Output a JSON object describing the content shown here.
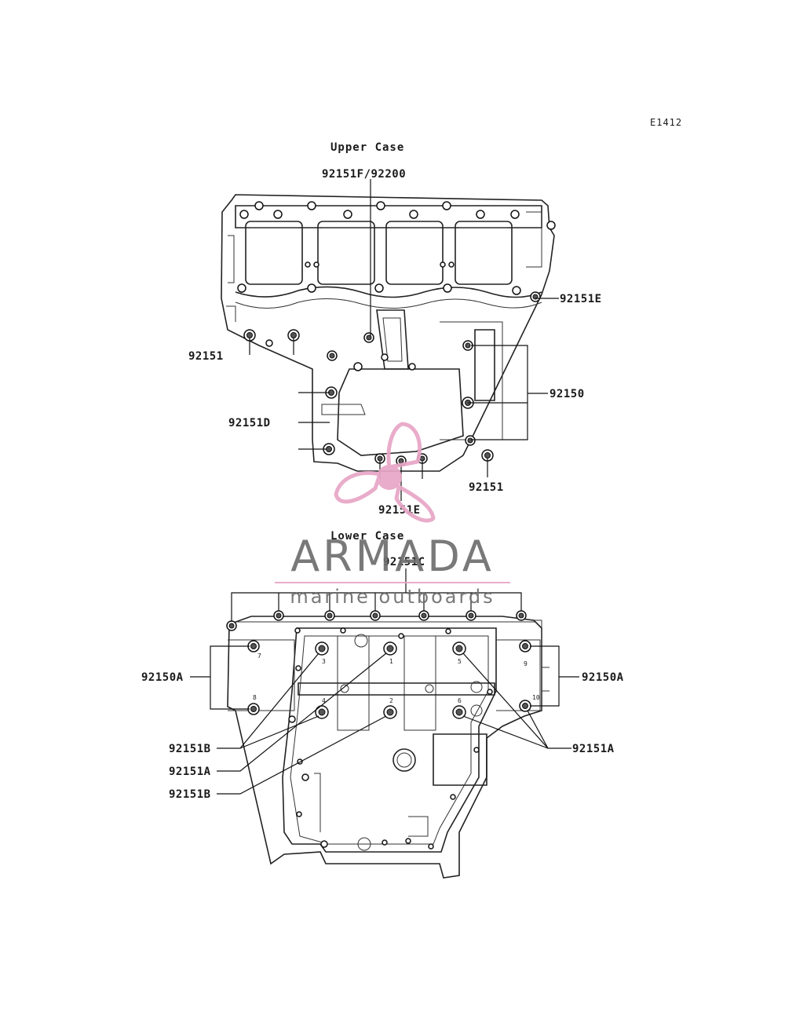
{
  "diagram_code": "E1412",
  "upper_case": {
    "title": "Upper Case",
    "labels": {
      "top": "92151F/92200",
      "right_top": "92151E",
      "left": "92151",
      "right_mid": "92150",
      "left_mid": "92151D",
      "bottom_right": "92151",
      "bottom": "92151E"
    }
  },
  "lower_case": {
    "title": "Lower Case",
    "labels": {
      "top": "92151C",
      "left": "92150A",
      "right": "92150A",
      "left_b1": "92151B",
      "left_a": "92151A",
      "left_b2": "92151B",
      "right_a": "92151A"
    },
    "bolt_numbers": [
      "1",
      "2",
      "3",
      "4",
      "5",
      "6",
      "7",
      "8",
      "9",
      "10"
    ]
  },
  "watermark": {
    "brand": "ARMADA",
    "tagline": "marine outboards",
    "colors": {
      "pink": "#e8a6c6",
      "gray": "#6e6e6e"
    }
  }
}
